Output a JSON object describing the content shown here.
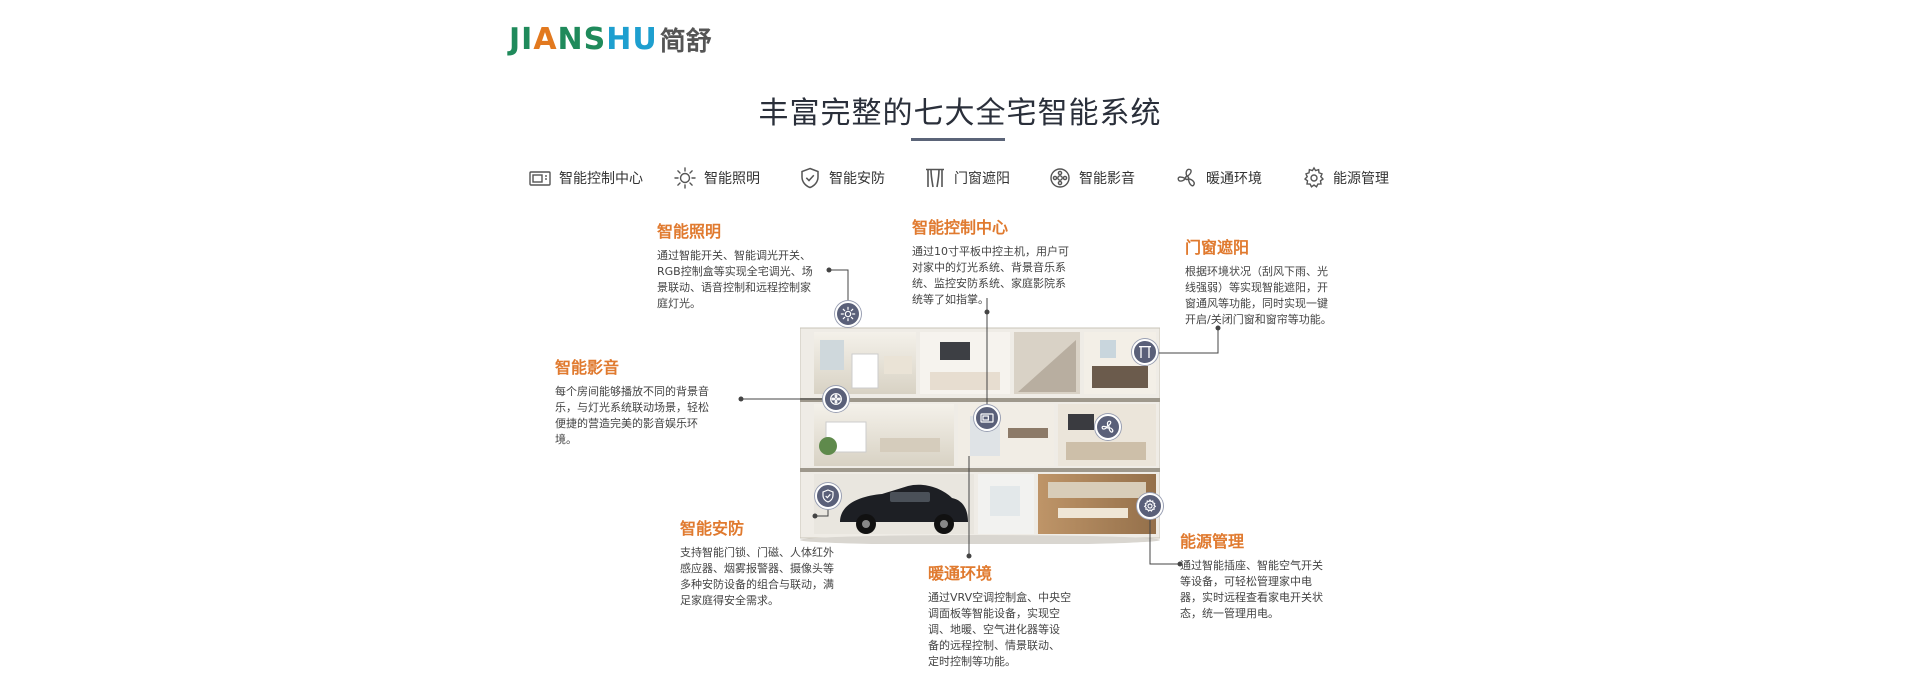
{
  "brand": {
    "logo_en_parts": [
      "JI",
      "A",
      "NS",
      "HU"
    ],
    "logo_cn": "简舒",
    "colors": {
      "green": "#1f8a5b",
      "orange": "#e2791f",
      "blue": "#1e9fcf"
    }
  },
  "title": "丰富完整的七大全宅智能系统",
  "nav": [
    {
      "label": "智能控制中心",
      "icon": "control-panel-icon"
    },
    {
      "label": "智能照明",
      "icon": "sun-icon"
    },
    {
      "label": "智能安防",
      "icon": "shield-check-icon"
    },
    {
      "label": "门窗遮阳",
      "icon": "curtain-icon"
    },
    {
      "label": "智能影音",
      "icon": "speaker-icon"
    },
    {
      "label": "暖通环境",
      "icon": "fan-icon"
    },
    {
      "label": "能源管理",
      "icon": "gear-icon"
    }
  ],
  "features": {
    "lighting": {
      "title": "智能照明",
      "lines": [
        "通过智能开关、智能调光开关、",
        "RGB控制盒等实现全宅调光、场",
        "景联动、语音控制和远程控制家",
        "庭灯光。"
      ]
    },
    "control": {
      "title": "智能控制中心",
      "lines": [
        "通过10寸平板中控主机，用户可",
        "对家中的灯光系统、背景音乐系",
        "统、监控安防系统、家庭影院系",
        "统等了如指掌。"
      ]
    },
    "curtain": {
      "title": "门窗遮阳",
      "lines": [
        "根据环境状况（刮风下雨、光",
        "线强弱）等实现智能遮阳，开",
        "窗通风等功能，同时实现一键",
        "开启/关闭门窗和窗帘等功能。"
      ]
    },
    "av": {
      "title": "智能影音",
      "lines": [
        "每个房间能够播放不同的背景音",
        "乐，与灯光系统联动场景，轻松",
        "便捷的营造完美的影音娱乐环",
        "境。"
      ]
    },
    "security": {
      "title": "智能安防",
      "lines": [
        "支持智能门锁、门磁、人体红外",
        "感应器、烟雾报警器、摄像头等",
        "多种安防设备的组合与联动，满",
        "足家庭得安全需求。"
      ]
    },
    "hvac": {
      "title": "暖通环境",
      "lines": [
        "通过VRV空调控制盒、中央空",
        "调面板等智能设备，实现空",
        "调、地暖、空气进化器等设",
        "备的远程控制、情景联动、",
        "定时控制等功能。"
      ]
    },
    "energy": {
      "title": "能源管理",
      "lines": [
        "通过智能插座、智能空气开关",
        "等设备，可轻松管理家中电",
        "器，实时远程查看家电开关状",
        "态，统一管理用电。"
      ]
    }
  }
}
